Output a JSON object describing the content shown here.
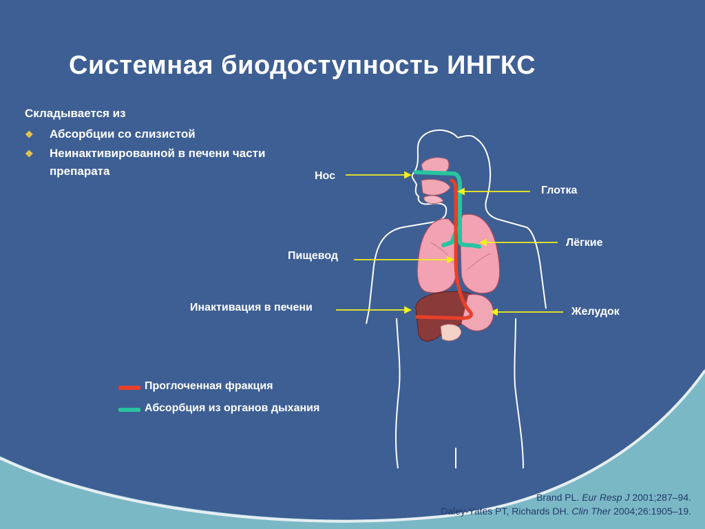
{
  "title": "Системная биодоступность ИНГКС",
  "intro": "Складывается из",
  "bullets": [
    {
      "text": "Абсорбции со слизистой"
    },
    {
      "text": "Неинактивированной в печени части препарата"
    }
  ],
  "labels": {
    "nose": "Нос",
    "pharynx": "Глотка",
    "lungs": "Лёгкие",
    "esophagus": "Пищевод",
    "liver": "Инактивация в печени",
    "stomach": "Желудок"
  },
  "legend": [
    {
      "text": "Проглоченная фракция",
      "color": "#e8402a"
    },
    {
      "text": "Абсорбция из органов дыхания",
      "color": "#27c4a0"
    }
  ],
  "refs": {
    "line1_pre": "Brand PL. ",
    "line1_journal": "Eur Resp J",
    "line1_post": " 2001;287–94.",
    "line2_pre": "Daley-Yates PT, Richards DH. ",
    "line2_journal": "Clin Ther",
    "line2_post": " 2004;26:1905–19."
  },
  "colors": {
    "background": "#3e5f93",
    "teal_band": "#7bb8c6",
    "arrow": "#f3f01e",
    "swallowed": "#e8402a",
    "absorbed": "#27c4a0",
    "bullet_mark": "#e6c34a"
  },
  "icons": {
    "bullet": "diamond-bullet-icon"
  }
}
